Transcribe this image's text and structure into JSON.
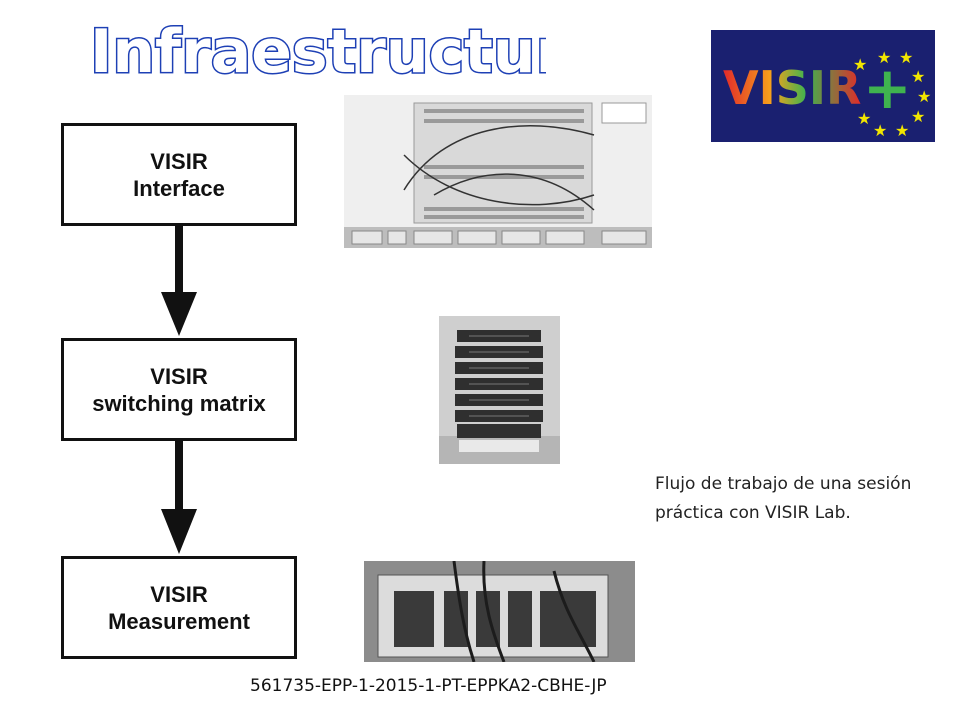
{
  "title": "Infraestructura",
  "logo": {
    "text": "VISIR",
    "plus": "+",
    "icon": "eu-stars-logo"
  },
  "flow": {
    "boxes": [
      {
        "line1": "VISIR",
        "line2": "Interface"
      },
      {
        "line1": "VISIR",
        "line2": "switching matrix"
      },
      {
        "line1": "VISIR",
        "line2": "Measurement"
      }
    ]
  },
  "photos": {
    "breadboard": "breadboard-interface-screenshot",
    "matrix": "switching-matrix-photo",
    "measurement": "measurement-instruments-photo"
  },
  "caption": {
    "line1": "Flujo de trabajo de una sesión",
    "line2": "práctica con VISIR Lab."
  },
  "footer": "561735-EPP-1-2015-1-PT-EPPKA2-CBHE-JP",
  "colors": {
    "title_fill": "#ffffff",
    "title_stroke": "#1e40b5",
    "logo_bg": "#1a2070",
    "star": "#f2e600"
  }
}
